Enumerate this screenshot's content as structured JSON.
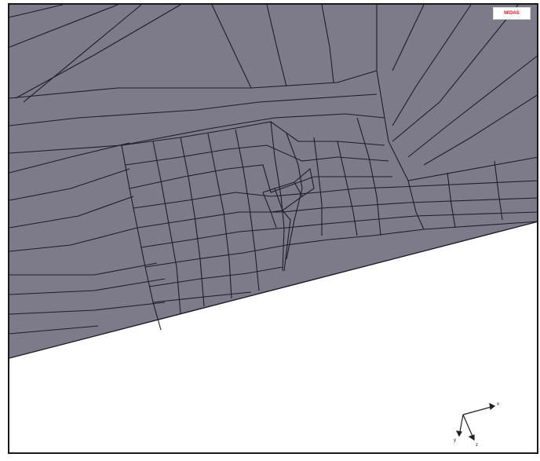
{
  "viewer": {
    "logo_text": "MIDAS",
    "logo_name": "midas-logo"
  },
  "colors": {
    "mesh_fill": "#7d7a8a",
    "mesh_line": "#1f1d28",
    "background": "#ffffff",
    "frame": "#1a1a1a",
    "triad": "#222222",
    "logo_red": "#d0202a"
  },
  "triad": {
    "axes": [
      "x",
      "y",
      "z"
    ]
  }
}
